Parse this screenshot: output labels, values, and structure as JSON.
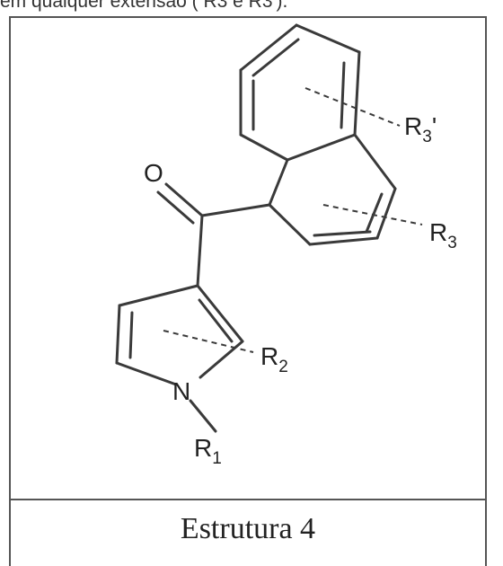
{
  "top_caption": "em qualquer extensão ( R3 e R3').",
  "atoms": {
    "oxygen": "O",
    "nitrogen": "N",
    "r1": {
      "letter": "R",
      "sub": "1"
    },
    "r2": {
      "letter": "R",
      "sub": "2"
    },
    "r3": {
      "letter": "R",
      "sub": "3"
    },
    "r3prime": {
      "letter": "R",
      "sub": "3",
      "prime": "'"
    }
  },
  "caption": "Estrutura 4",
  "colors": {
    "bond": "#3a3a3a",
    "frame": "#555555",
    "text": "#222222"
  }
}
